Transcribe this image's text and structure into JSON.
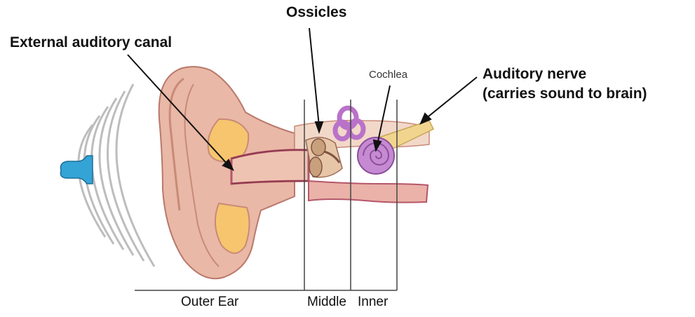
{
  "labels": {
    "ossicles": "Ossicles",
    "external_canal": "External auditory canal",
    "cochlea": "Cochlea",
    "nerve_line1": "Auditory nerve",
    "nerve_line2": "(carries sound to brain)",
    "outer_ear": "Outer Ear",
    "middle": "Middle",
    "inner": "Inner"
  },
  "colors": {
    "skin": "#e9b8a6",
    "skin_dark": "#c98a78",
    "canal_yellow": "#f6c56e",
    "membrane": "#b5566a",
    "cochlea": "#c58ad2",
    "nerve": "#f1d58f",
    "earplug": "#34a3d6",
    "waves": "#b9b9b9"
  }
}
